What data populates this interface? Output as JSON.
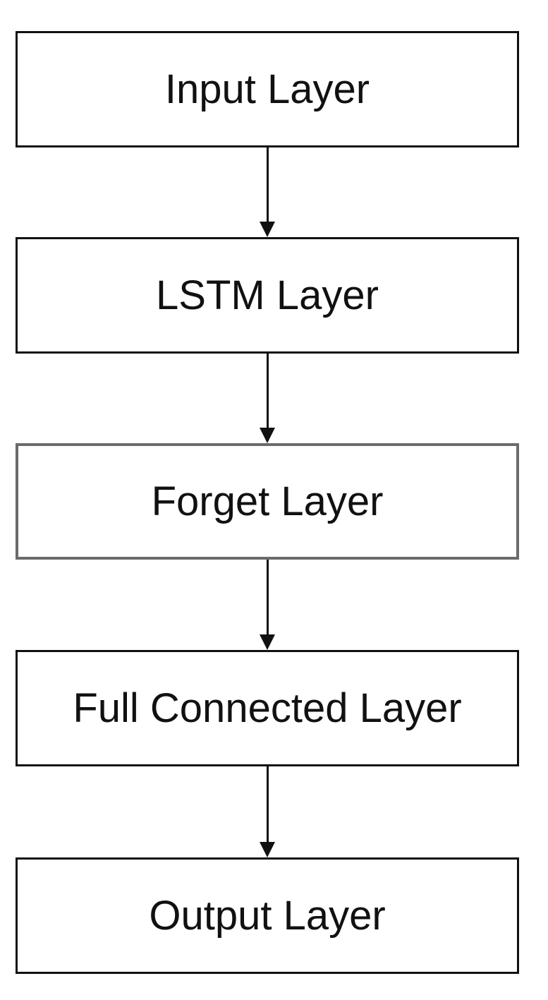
{
  "diagram": {
    "nodes": [
      {
        "id": "input",
        "label": "Input Layer"
      },
      {
        "id": "lstm",
        "label": "LSTM Layer"
      },
      {
        "id": "forget",
        "label": "Forget Layer"
      },
      {
        "id": "full-connected",
        "label": "Full Connected Layer"
      },
      {
        "id": "output",
        "label": "Output Layer"
      }
    ],
    "edges": [
      {
        "from": "input",
        "to": "lstm"
      },
      {
        "from": "lstm",
        "to": "forget"
      },
      {
        "from": "forget",
        "to": "full-connected"
      },
      {
        "from": "full-connected",
        "to": "output"
      }
    ],
    "colors": {
      "stroke": "#111111",
      "forget_border": "#6b6b6b",
      "background": "#ffffff"
    }
  }
}
